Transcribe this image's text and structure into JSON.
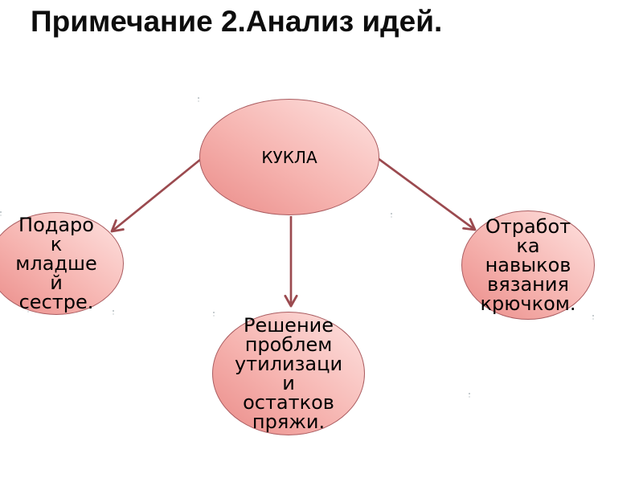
{
  "slide": {
    "title": "Примечание 2.Анализ идей.",
    "colors": {
      "background": "#ffffff",
      "title_text": "#0d0d0d",
      "node_text": "#000000",
      "ellipse_fill_light": "#fee3e1",
      "ellipse_fill_mid": "#f6b4b0",
      "ellipse_fill_dark": "#ea8b88",
      "ellipse_border": "#aa5c60",
      "arrow": "#9b4a4f"
    },
    "diagram": {
      "type": "mind-map",
      "root": {
        "label": "КУКЛА"
      },
      "nodes": [
        {
          "id": "gift",
          "full_text": "Подарок младшей сестре.",
          "lines": [
            "Подаро",
            "к",
            "младше",
            "й",
            "сестре."
          ]
        },
        {
          "id": "recycling",
          "full_text": "Решение проблем утилизации остатков пряжи.",
          "lines": [
            "Решение",
            "проблем",
            "утилизаци",
            "и",
            "остатков",
            "пряжи."
          ]
        },
        {
          "id": "skills",
          "full_text": "Отработка навыков вязания крючком.",
          "lines": [
            "Отработ",
            "ка",
            "навыков",
            "вязания",
            "крючком."
          ]
        }
      ],
      "connections": [
        {
          "from": "КУКЛА",
          "to": "Подарок младшей сестре."
        },
        {
          "from": "КУКЛА",
          "to": "Решение проблем утилизации остатков пряжи."
        },
        {
          "from": "КУКЛА",
          "to": "Отработка навыков вязания крючком."
        }
      ]
    }
  }
}
